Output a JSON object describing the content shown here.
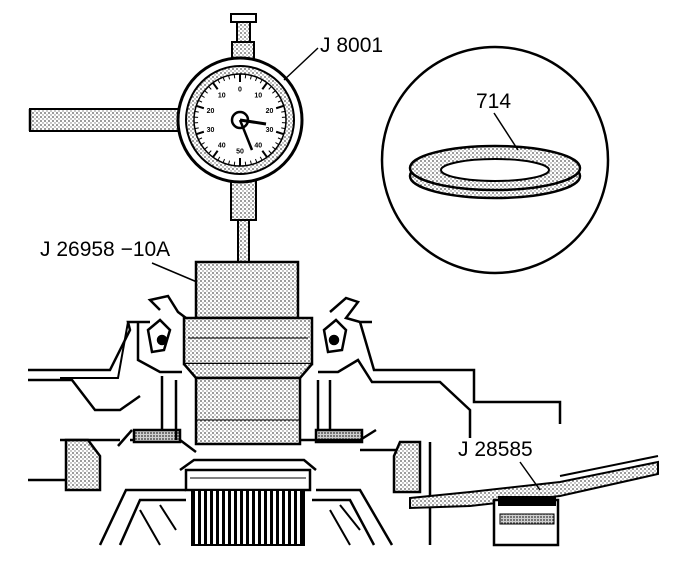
{
  "labels": {
    "dial_indicator": "J 8001",
    "adapter": "J 26958 −10A",
    "washer": "714",
    "gage_bar": "J 28585"
  },
  "dial_numbers": [
    "0",
    "10",
    "20",
    "30",
    "40",
    "50",
    "40",
    "30",
    "20",
    "10"
  ],
  "colors": {
    "ink": "#000000",
    "paper": "#ffffff",
    "stipple": "#bdbdbd"
  }
}
